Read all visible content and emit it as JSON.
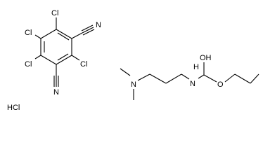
{
  "molecule_1": {
    "atoms": {
      "cl_top": "Cl",
      "cl_upper_left": "Cl",
      "cl_lower_left": "Cl",
      "cl_right": "Cl",
      "n_upper": "N",
      "n_lower": "N"
    }
  },
  "molecule_2": {
    "atoms": {
      "n_amine": "N",
      "n_amide": "N",
      "h_amide": "H",
      "o_hydroxyl": "OH",
      "o_ester": "O"
    }
  },
  "salt": {
    "label": "HCl"
  }
}
